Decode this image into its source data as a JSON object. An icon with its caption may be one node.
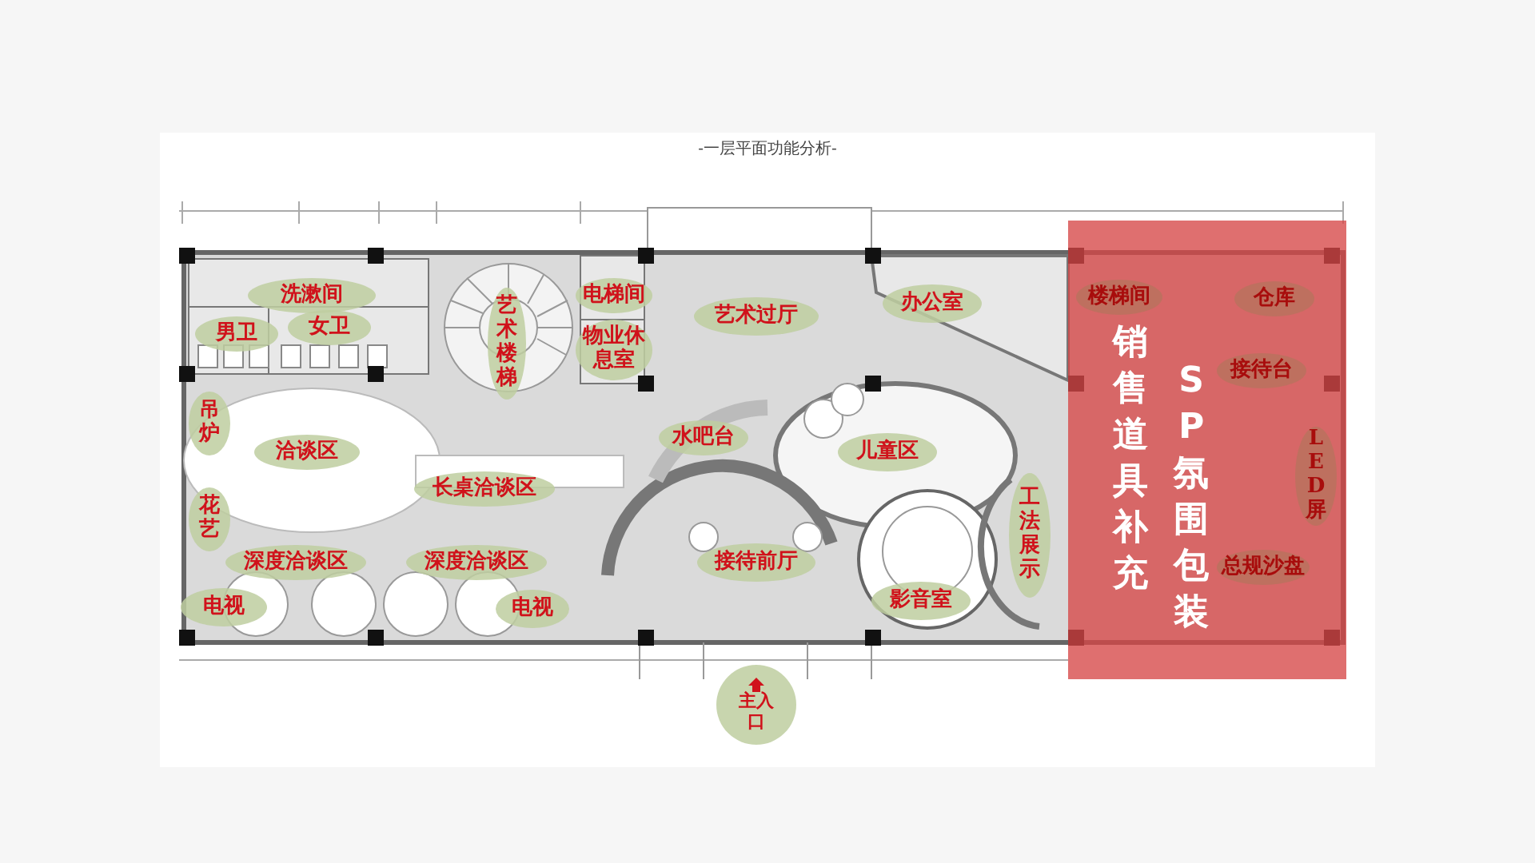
{
  "diagram": {
    "title": "-一层平面功能分析-",
    "nodes": [
      {
        "text": [
          "洗漱间"
        ]
      },
      {
        "text": [
          "男卫"
        ]
      },
      {
        "text": [
          "女卫"
        ]
      },
      {
        "text": [
          "艺术楼梯"
        ]
      },
      {
        "text": [
          "电梯间"
        ]
      },
      {
        "text": [
          "物业休息室"
        ]
      },
      {
        "text": [
          "艺术过厅"
        ]
      },
      {
        "text": [
          "办公室"
        ]
      },
      {
        "text": [
          "吊炉"
        ]
      },
      {
        "text": [
          "洽谈区"
        ]
      },
      {
        "text": [
          "水吧台"
        ]
      },
      {
        "text": [
          "儿童区"
        ]
      },
      {
        "text": [
          "长桌洽谈区"
        ]
      },
      {
        "text": [
          "花艺"
        ]
      },
      {
        "text": [
          "工法展示"
        ]
      },
      {
        "text": [
          "深度洽谈区"
        ]
      },
      {
        "text": [
          "深度洽谈区"
        ]
      },
      {
        "text": [
          "接待前厅"
        ]
      },
      {
        "text": [
          "电视"
        ]
      },
      {
        "text": [
          "电视"
        ]
      },
      {
        "text": [
          "影音室"
        ]
      },
      {
        "text": [
          "主入口"
        ]
      },
      {
        "text": [
          "销售道具补充",
          "SP氛围包装"
        ]
      },
      {
        "text": [
          "楼梯间"
        ],
        "in": 22
      },
      {
        "text": [
          "仓库"
        ],
        "in": 22
      },
      {
        "text": [
          "接待台"
        ],
        "in": 22
      },
      {
        "text": [
          "总规沙盘"
        ],
        "in": 22
      },
      {
        "text": [
          "LED屏"
        ],
        "in": 22
      }
    ]
  }
}
